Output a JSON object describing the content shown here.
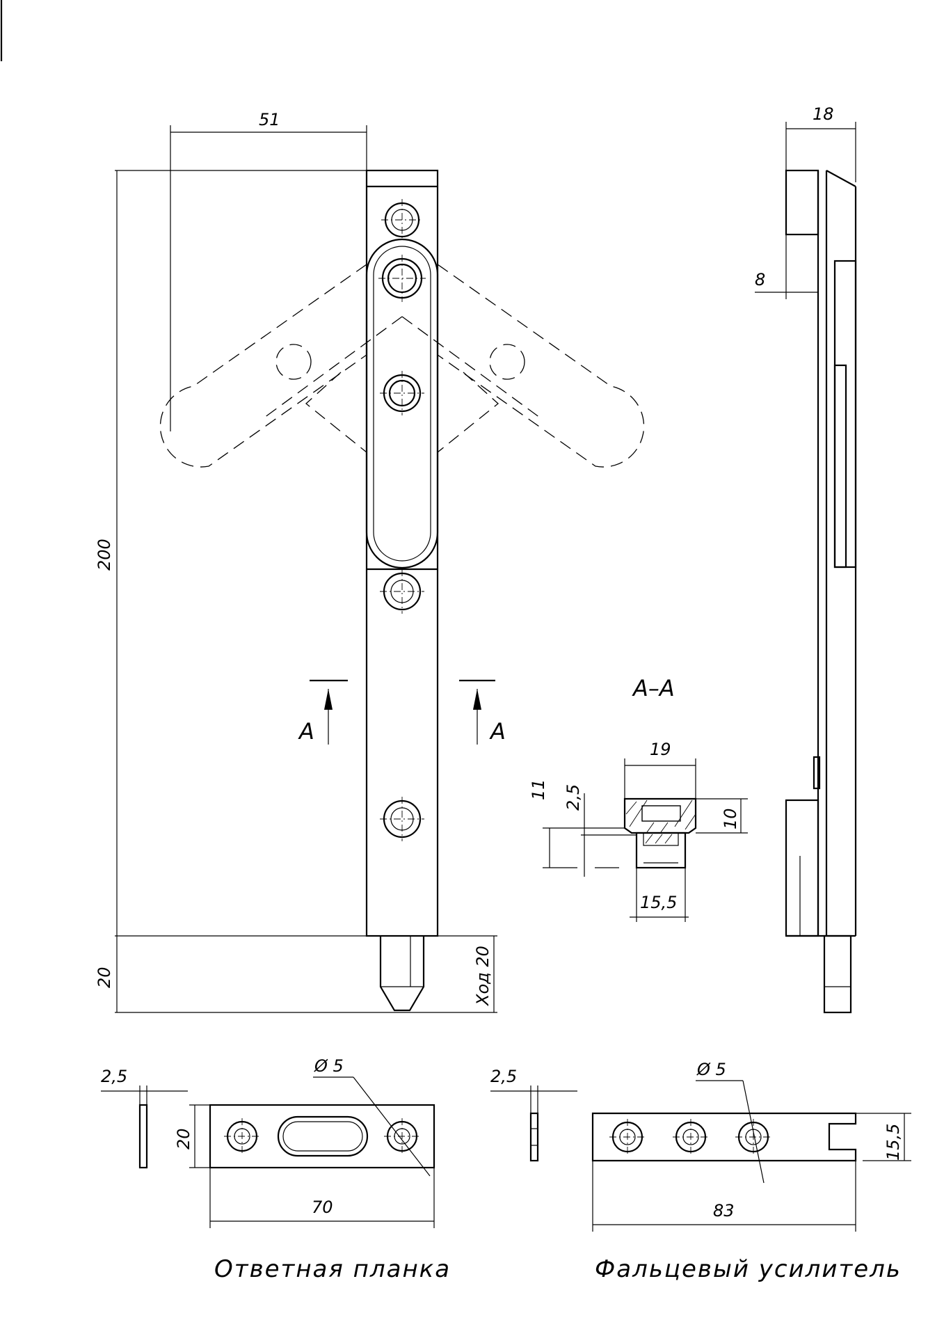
{
  "dimensions": {
    "main_width": "51",
    "main_height": "200",
    "pin_extension": "20",
    "travel": "Ход 20",
    "side_depth": "18",
    "side_offset": "8",
    "section_width_top": "19",
    "section_width_bottom": "15,5",
    "section_height_total": "11",
    "section_height": "10",
    "section_step": "2,5",
    "strike_thickness": "2,5",
    "strike_height": "20",
    "strike_length": "70",
    "strike_hole": "Ø 5",
    "rebate_thickness": "2,5",
    "rebate_height": "15,5",
    "rebate_length": "83",
    "rebate_hole": "Ø 5"
  },
  "labels": {
    "section_title": "A–A",
    "section_mark_left": "A",
    "section_mark_right": "A",
    "strike_plate_caption": "Ответная планка",
    "rebate_caption": "Фальцевый усилитель"
  }
}
